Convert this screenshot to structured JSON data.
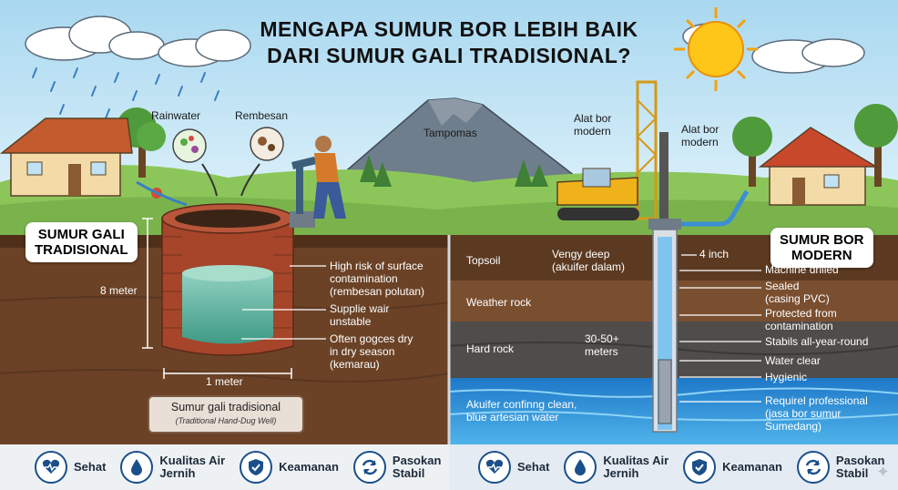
{
  "title": {
    "line1": "MENGAPA SUMUR BOR LEBIH BAIK",
    "line2": "DARI SUMUR GALI TRADISIONAL?"
  },
  "sky_labels": {
    "rainwater": "Rainwater",
    "rembesan": "Rembesan",
    "mountain": "Tampomas",
    "drill1_line1": "Alat bor",
    "drill1_line2": "modern",
    "drill2_line1": "Alat bor",
    "drill2_line2": "modern"
  },
  "left": {
    "tag_line1": "SUMUR GALI",
    "tag_line2": "TRADISIONAL",
    "depth": "8 meter",
    "width": "1 meter",
    "notes": [
      {
        "l1": "High risk of surface",
        "l2": "contamination",
        "l3": "(rembesan polutan)"
      },
      {
        "l1": "Supplie wair",
        "l2": "unstable",
        "l3": ""
      },
      {
        "l1": "Often gogces dry",
        "l2": "in dry season",
        "l3": "(kemarau)"
      }
    ],
    "caption": {
      "main": "Sumur gali tradisional",
      "sub": "(Traditional Hand-Dug Well)"
    }
  },
  "right": {
    "tag_line1": "SUMUR BOR",
    "tag_line2": "MODERN",
    "layers": {
      "topsoil": "Topsoil",
      "weather": "Weather rock",
      "hard": "Hard rock",
      "aquifer_l1": "Akuifer confinng clean,",
      "aquifer_l2": "blue artesian water"
    },
    "deep_l1": "Vengy deep",
    "deep_l2": "(akuifer dalam)",
    "depth_l1": "30-50+",
    "depth_l2": "meters",
    "pipe": "4 inch",
    "features": [
      {
        "l1": "Machine drilled",
        "l2": "",
        "l3": ""
      },
      {
        "l1": "Sealed",
        "l2": "(casing PVC)",
        "l3": ""
      },
      {
        "l1": "Protected from",
        "l2": "contamination",
        "l3": ""
      },
      {
        "l1": "Stabils all-year-round",
        "l2": "",
        "l3": ""
      },
      {
        "l1": "Water clear",
        "l2": "",
        "l3": ""
      },
      {
        "l1": "Hygienic",
        "l2": "",
        "l3": ""
      },
      {
        "l1": "Requirel professional",
        "l2": "(jasa bor sumur",
        "l3": "Sumedang)"
      }
    ]
  },
  "footer_left": [
    {
      "icon": "heart-pulse-icon",
      "l1": "Sehat",
      "l2": ""
    },
    {
      "icon": "water-drop-icon",
      "l1": "Kualitas Air",
      "l2": "Jernih"
    },
    {
      "icon": "shield-check-icon",
      "l1": "Keamanan",
      "l2": ""
    },
    {
      "icon": "refresh-cycle-icon",
      "l1": "Pasokan",
      "l2": "Stabil"
    }
  ],
  "footer_right": [
    {
      "icon": "heart-pulse-icon",
      "l1": "Sehat",
      "l2": ""
    },
    {
      "icon": "water-drop-icon",
      "l1": "Kualitas Air",
      "l2": "Jernih"
    },
    {
      "icon": "shield-check-icon",
      "l1": "Keamanan",
      "l2": ""
    },
    {
      "icon": "refresh-cycle-icon",
      "l1": "Pasokan",
      "l2": "Stabil"
    }
  ],
  "colors": {
    "sky": "#bfe3f5",
    "grass": "#7cba4e",
    "soil": "#6b4226",
    "water": "#3c9de0",
    "icon_blue": "#1b4f8a"
  }
}
